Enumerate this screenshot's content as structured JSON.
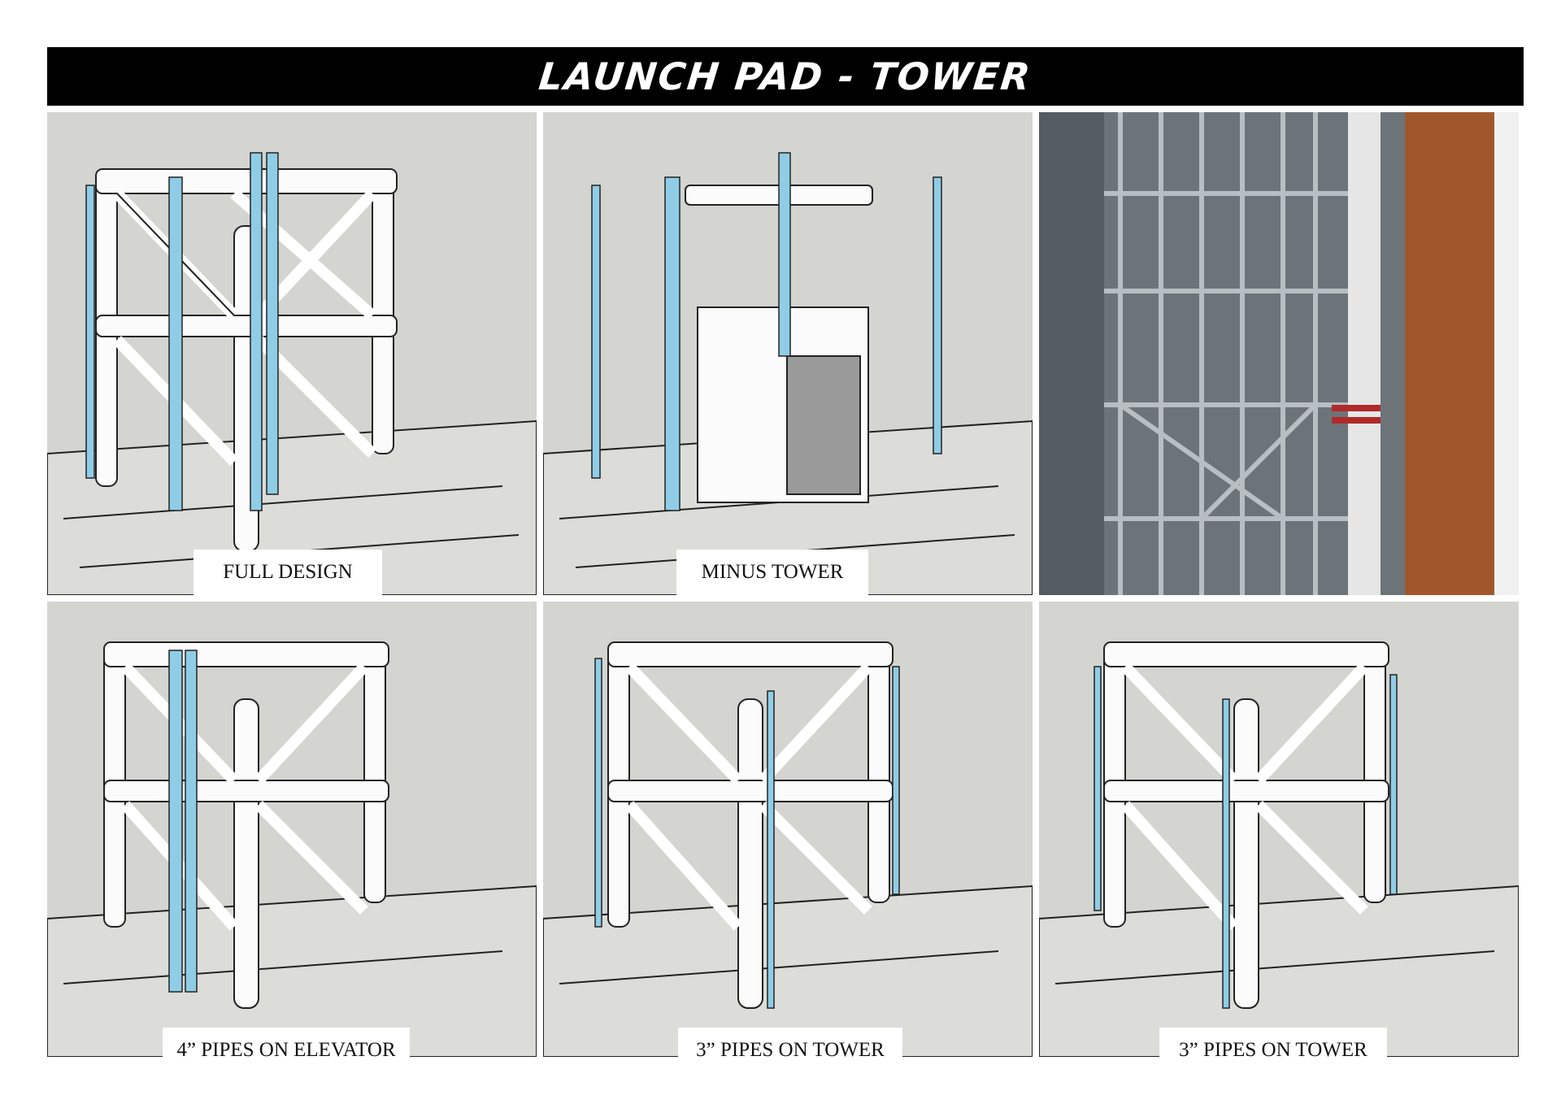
{
  "header": {
    "title": "LAUNCH PAD - TOWER"
  },
  "panels": [
    {
      "caption": "FULL DESIGN"
    },
    {
      "caption": "MINUS TOWER"
    },
    {
      "caption": ""
    },
    {
      "caption": "4” PIPES ON ELEVATOR"
    },
    {
      "caption": "3” PIPES ON TOWER"
    },
    {
      "caption": "3” PIPES ON TOWER"
    }
  ],
  "colors": {
    "background": "#d4d4d0",
    "pipe_highlight": "#8fcde6",
    "structure": "#ffffff",
    "tank": "#a0582b"
  }
}
